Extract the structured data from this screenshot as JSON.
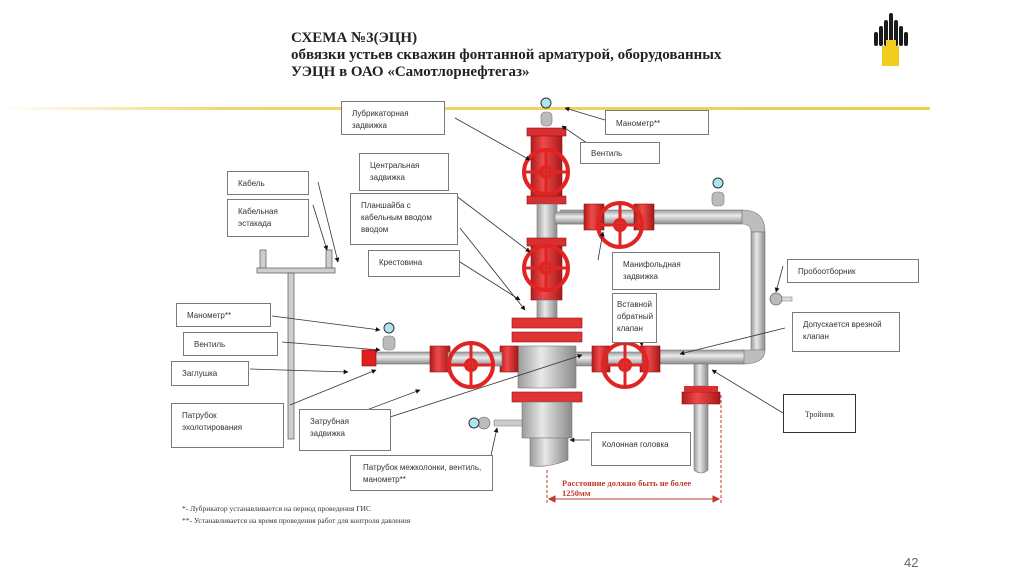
{
  "header": {
    "title_line1": "СХЕМА №3(ЭЦН)",
    "title_line2": "обвязки устьев скважин фонтанной арматурой, оборудованных",
    "title_line3": "УЭЦН  в ОАО  «Самотлорнефтегаз»",
    "logo": "rosneft-logo-icon",
    "accent_color": "#f0cf4c"
  },
  "labels": {
    "lubricator_valve": "Лубрикаторная задвижка",
    "pressure_gauge_top": "Манометр**",
    "valve_top": "Вентиль",
    "central_valve": "Центральная задвижка",
    "cable": "Кабель",
    "cable_rack": "Кабельная эстакада",
    "plate_cable_entry": "Планшайба с кабельным вводом вводом",
    "cross": "Крестовина",
    "manifold_valve": "Манифольдная задвижка",
    "sampler": "Пробоотборник",
    "insert_check_valve": "Вставной обратный клапан",
    "gauge_left": "Манометр**",
    "valve_left": "Вентиль",
    "plug": "Заглушка",
    "echo_pipe": "Патрубок эхолотирования",
    "annulus_valve": "Затрубная задвижка",
    "tie_in_valve": "Допускается врезной клапан",
    "tee": "Тройник",
    "casing_head": "Колонная головка",
    "intercasing_pipe": "Патрубок межколонки, вентиль, манометр**"
  },
  "notes": {
    "note1": "*- Лубрикатор  устанавливается на период проведения ГИС",
    "note2": "**- Устанавливается на время проведения работ для контроля  давления"
  },
  "distance_note": "Расстояние должно быть не более 1250мм",
  "page_number": "42",
  "colors": {
    "valve_red": "#e03030",
    "pipe_gray": "#c8c8c8",
    "distance_red": "#c0392b"
  }
}
